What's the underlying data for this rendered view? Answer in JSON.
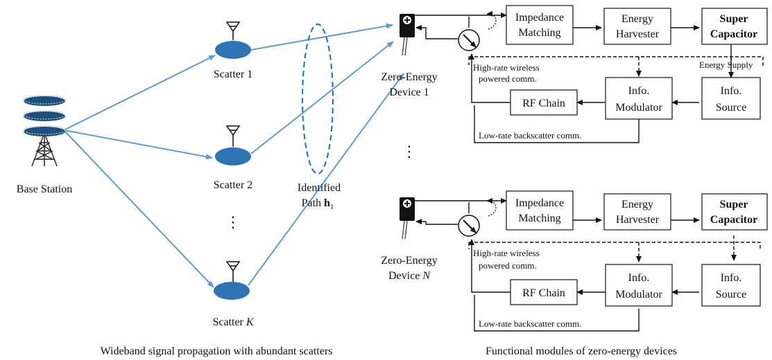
{
  "base_station": {
    "label": "Base Station"
  },
  "scatters": [
    {
      "label": "Scatter 1"
    },
    {
      "label": "Scatter 2"
    },
    {
      "label": "Scatter K"
    }
  ],
  "scatter_ellipsis": "⋮",
  "device_ellipsis": "⋮",
  "identified_path": {
    "line1": "Identified",
    "line2": "Path ",
    "symbol": "h",
    "subscript": "1"
  },
  "devices": [
    {
      "label_line1": "Zero-Energy",
      "label_line2": "Device 1",
      "blocks": {
        "impedance": [
          "Impedance",
          "Matching"
        ],
        "harvester": [
          "Energy",
          "Harvester"
        ],
        "capacitor": [
          "Super",
          "Capacitor"
        ],
        "modulator": [
          "Info.",
          "Modulator"
        ],
        "source": [
          "Info.",
          "Source"
        ],
        "rf": "RF Chain"
      },
      "labels": {
        "energy_supply": "Energy Supply",
        "high_rate_1": "High-rate wireless",
        "high_rate_2": "powered  comm.",
        "low_rate": "Low-rate backscatter comm."
      }
    },
    {
      "label_line1": "Zero-Energy",
      "label_line2": "Device N",
      "blocks": {
        "impedance": [
          "Impedance",
          "Matching"
        ],
        "harvester": [
          "Energy",
          "Harvester"
        ],
        "capacitor": [
          "Super",
          "Capacitor"
        ],
        "modulator": [
          "Info.",
          "Modulator"
        ],
        "source": [
          "Info.",
          "Source"
        ],
        "rf": "RF Chain"
      },
      "labels": {
        "high_rate_1": "High-rate wireless",
        "high_rate_2": "powered  comm.",
        "low_rate": "Low-rate backscatter comm."
      }
    }
  ],
  "captions": {
    "left": "Wideband signal propagation with abundant scatters",
    "right": "Functional modules of zero-energy devices"
  },
  "colors": {
    "signal": "#5b9bd5",
    "scatter_fill": "#2e75b6",
    "antenna_ring": "#1f4e79"
  }
}
